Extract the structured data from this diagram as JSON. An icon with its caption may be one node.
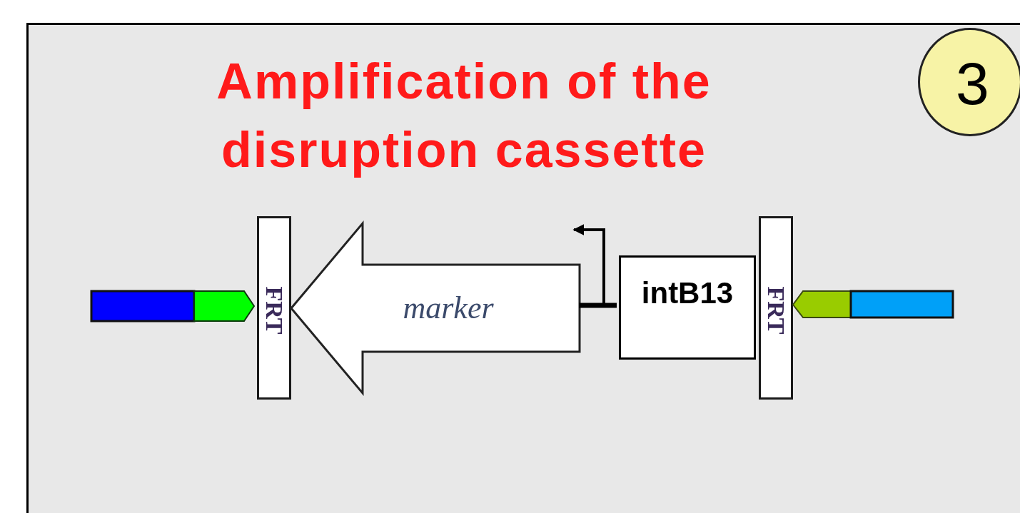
{
  "diagram": {
    "title": "Amplification of the disruption cassette",
    "nodes": [
      {
        "text": [],
        "shape": "box"
      },
      {
        "text": [
          "3"
        ],
        "in": 0
      },
      {
        "text": [
          "FRT"
        ],
        "in": 0
      },
      {
        "text": [
          "marker"
        ],
        "in": 0
      },
      {
        "text": [
          "intB13"
        ],
        "in": 0
      },
      {
        "text": [
          "FRT"
        ],
        "in": 0
      }
    ],
    "edges": [
      {
        "from": 3,
        "to": 4,
        "arrow": "none"
      }
    ]
  }
}
